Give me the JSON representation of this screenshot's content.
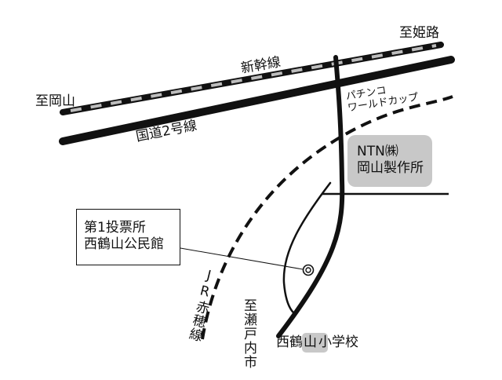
{
  "labels": {
    "to_himeji": "至姫路",
    "shinkansen": "新幹線",
    "to_okayama": "至岡山",
    "route2": "国道2号線",
    "pachinko_line1": "パチンコ",
    "pachinko_line2": "ワールドカップ",
    "jr_ako_line": "JR赤穂線",
    "to_setouchi": "至瀬戸内市",
    "school_prefix": "西鶴",
    "school_highlight": "山",
    "school_suffix": "小学校"
  },
  "ntn_factory": {
    "line1": "NTN㈱",
    "line2": "岡山製作所"
  },
  "polling_station": {
    "line1": "第1投票所",
    "line2": "西鶴山公民館"
  },
  "colors": {
    "road": "#111111",
    "shinkansen_dash": "#bdbdbd",
    "highlight_box": "#c8c8c8"
  },
  "icons": {
    "polling_marker": "concentric-circle-marker"
  }
}
